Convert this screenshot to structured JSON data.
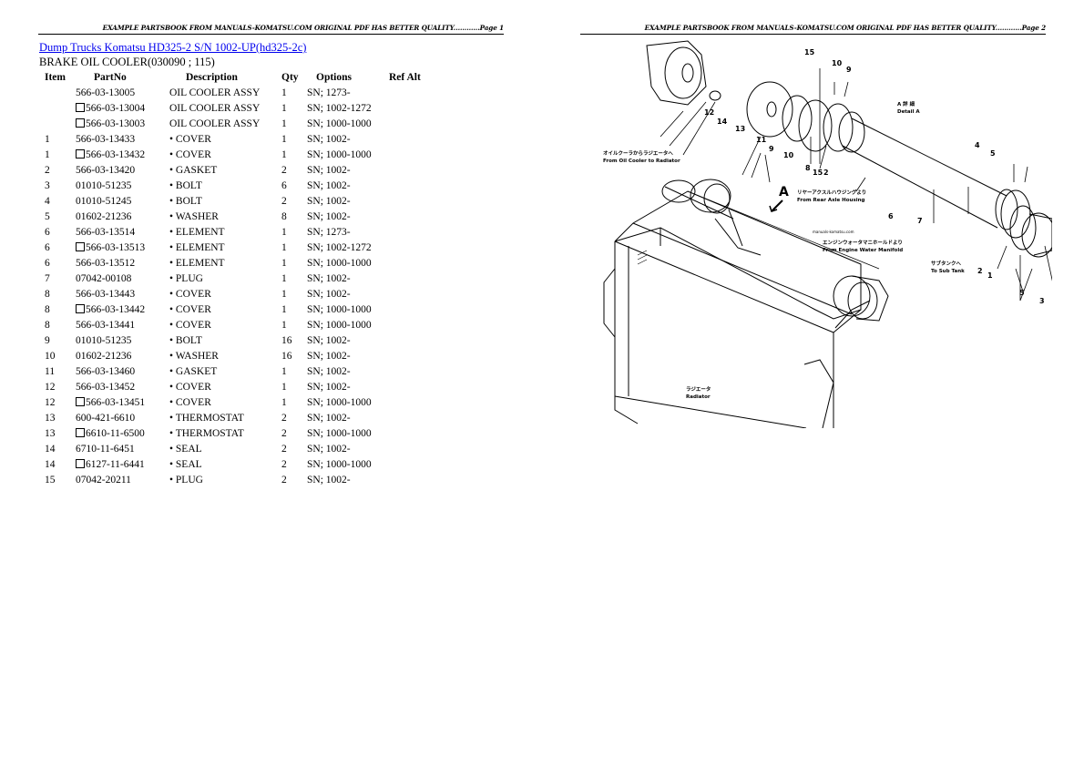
{
  "pages": [
    {
      "banner": "EXAMPLE PARTSBOOK FROM MANUALS-KOMATSU.COM ORIGINAL PDF HAS BETTER QUALITY............Page 1",
      "title_link": "Dump Trucks Komatsu HD325-2 S/N 1002-UP(hd325-2c)",
      "subtitle": "BRAKE OIL COOLER(030090 ; 115)",
      "table": {
        "headers": [
          "Item",
          "PartNo",
          "Description",
          "Qty",
          "Options",
          "Ref Alt"
        ],
        "rows": [
          {
            "item": "",
            "alt": false,
            "part": "566-03-13005",
            "desc": "OIL COOLER ASSY",
            "qty": "1",
            "opt": "SN; 1273-"
          },
          {
            "item": "",
            "alt": true,
            "part": "566-03-13004",
            "desc": "OIL COOLER ASSY",
            "qty": "1",
            "opt": "SN; 1002-1272"
          },
          {
            "item": "",
            "alt": true,
            "part": "566-03-13003",
            "desc": "OIL COOLER ASSY",
            "qty": "1",
            "opt": "SN; 1000-1000"
          },
          {
            "item": "1",
            "alt": false,
            "part": "566-03-13433",
            "desc": "• COVER",
            "qty": "1",
            "opt": "SN; 1002-"
          },
          {
            "item": "1",
            "alt": true,
            "part": "566-03-13432",
            "desc": "• COVER",
            "qty": "1",
            "opt": "SN; 1000-1000"
          },
          {
            "item": "2",
            "alt": false,
            "part": "566-03-13420",
            "desc": "• GASKET",
            "qty": "2",
            "opt": "SN; 1002-"
          },
          {
            "item": "3",
            "alt": false,
            "part": "01010-51235",
            "desc": "• BOLT",
            "qty": "6",
            "opt": "SN; 1002-"
          },
          {
            "item": "4",
            "alt": false,
            "part": "01010-51245",
            "desc": "• BOLT",
            "qty": "2",
            "opt": "SN; 1002-"
          },
          {
            "item": "5",
            "alt": false,
            "part": "01602-21236",
            "desc": "• WASHER",
            "qty": "8",
            "opt": "SN; 1002-"
          },
          {
            "item": "6",
            "alt": false,
            "part": "566-03-13514",
            "desc": "• ELEMENT",
            "qty": "1",
            "opt": "SN; 1273-"
          },
          {
            "item": "6",
            "alt": true,
            "part": "566-03-13513",
            "desc": "• ELEMENT",
            "qty": "1",
            "opt": "SN; 1002-1272"
          },
          {
            "item": "6",
            "alt": false,
            "part": "566-03-13512",
            "desc": "• ELEMENT",
            "qty": "1",
            "opt": "SN; 1000-1000"
          },
          {
            "item": "7",
            "alt": false,
            "part": "07042-00108",
            "desc": "• PLUG",
            "qty": "1",
            "opt": "SN; 1002-"
          },
          {
            "item": "8",
            "alt": false,
            "part": "566-03-13443",
            "desc": "• COVER",
            "qty": "1",
            "opt": "SN; 1002-"
          },
          {
            "item": "8",
            "alt": true,
            "part": "566-03-13442",
            "desc": "• COVER",
            "qty": "1",
            "opt": "SN; 1000-1000"
          },
          {
            "item": "8",
            "alt": false,
            "part": "566-03-13441",
            "desc": "• COVER",
            "qty": "1",
            "opt": "SN; 1000-1000"
          },
          {
            "item": "9",
            "alt": false,
            "part": "01010-51235",
            "desc": "• BOLT",
            "qty": "16",
            "opt": "SN; 1002-"
          },
          {
            "item": "10",
            "alt": false,
            "part": "01602-21236",
            "desc": "• WASHER",
            "qty": "16",
            "opt": "SN; 1002-"
          },
          {
            "item": "11",
            "alt": false,
            "part": "566-03-13460",
            "desc": "• GASKET",
            "qty": "1",
            "opt": "SN; 1002-"
          },
          {
            "item": "12",
            "alt": false,
            "part": "566-03-13452",
            "desc": "• COVER",
            "qty": "1",
            "opt": "SN; 1002-"
          },
          {
            "item": "12",
            "alt": true,
            "part": "566-03-13451",
            "desc": "• COVER",
            "qty": "1",
            "opt": "SN; 1000-1000"
          },
          {
            "item": "13",
            "alt": false,
            "part": "600-421-6610",
            "desc": "• THERMOSTAT",
            "qty": "2",
            "opt": "SN; 1002-"
          },
          {
            "item": "13",
            "alt": true,
            "part": "6610-11-6500",
            "desc": "• THERMOSTAT",
            "qty": "2",
            "opt": "SN; 1000-1000"
          },
          {
            "item": "14",
            "alt": false,
            "part": "6710-11-6451",
            "desc": "• SEAL",
            "qty": "2",
            "opt": "SN; 1002-"
          },
          {
            "item": "14",
            "alt": true,
            "part": "6127-11-6441",
            "desc": "• SEAL",
            "qty": "2",
            "opt": "SN; 1000-1000"
          },
          {
            "item": "15",
            "alt": false,
            "part": "07042-20211",
            "desc": "• PLUG",
            "qty": "2",
            "opt": "SN; 1002-"
          }
        ]
      }
    },
    {
      "banner": "EXAMPLE PARTSBOOK FROM MANUALS-KOMATSU.COM ORIGINAL PDF HAS BETTER QUALITY............Page 2",
      "diagram": {
        "labels": {
          "from_oil_cooler_jp": "オイルクーラからラジエータへ",
          "from_oil_cooler_en": "From Oil Cooler to Radiator",
          "detail_jp": "A 詳 細",
          "detail_en": "Detail A",
          "rear_axle_jp": "リヤーアクスルハウジングより",
          "rear_axle_en": "From Rear Axle Housing",
          "engine_water_jp": "エンジンウォータマニホールドより",
          "engine_water_en": "From Engine Water Manifold",
          "sub_tank_jp": "サブタンクへ",
          "sub_tank_en": "To Sub Tank",
          "radiator_jp": "ラジエータ",
          "radiator_en": "Radiator",
          "watermark": "manuals-komatsu.com",
          "view_arrow": "A"
        },
        "callouts": [
          "15",
          "10",
          "9",
          "12",
          "14",
          "13",
          "11",
          "9",
          "10",
          "8",
          "15",
          "2",
          "4",
          "5",
          "6",
          "7",
          "2",
          "1",
          "5",
          "3"
        ]
      }
    }
  ]
}
